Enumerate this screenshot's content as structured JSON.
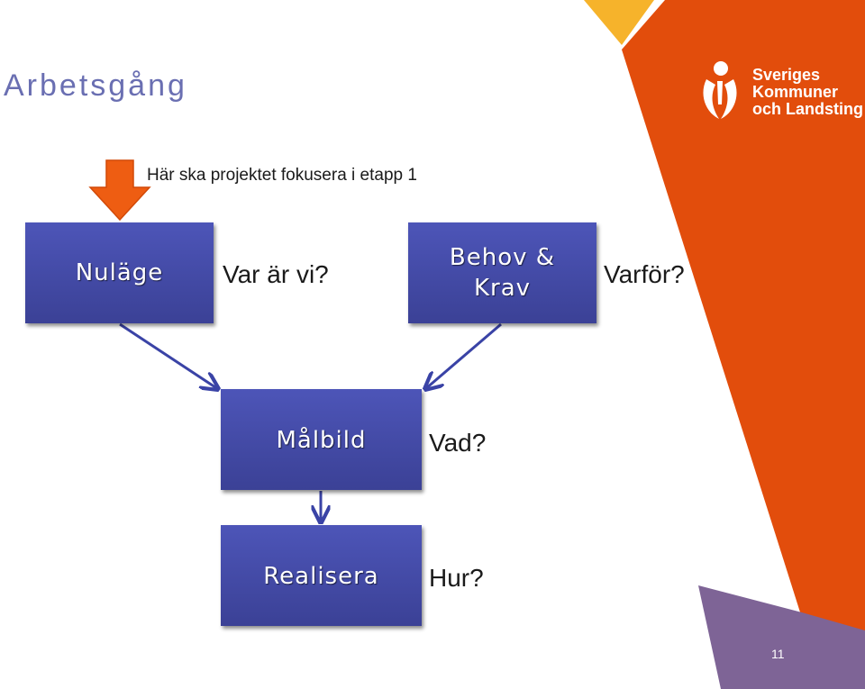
{
  "slide": {
    "title": "Arbetsgång",
    "subtitle": "Här ska projektet fokusera i etapp 1",
    "page_number": "11"
  },
  "logo": {
    "lines": [
      "Sveriges",
      "Kommuner",
      "och Landsting"
    ]
  },
  "nodes": {
    "nulage": {
      "label": "Nuläge",
      "question": "Var är vi?"
    },
    "behov": {
      "label": "Behov & Krav",
      "question": "Varför?"
    },
    "malbild": {
      "label": "Målbild",
      "question": "Vad?"
    },
    "realisera": {
      "label": "Realisera",
      "question": "Hur?"
    }
  },
  "colors": {
    "accent_orange": "#e24d0c",
    "accent_yellow": "#f6b32b",
    "accent_purple": "#7e6496",
    "box_blue": "#464fae",
    "title_color": "#6a6fb2"
  }
}
